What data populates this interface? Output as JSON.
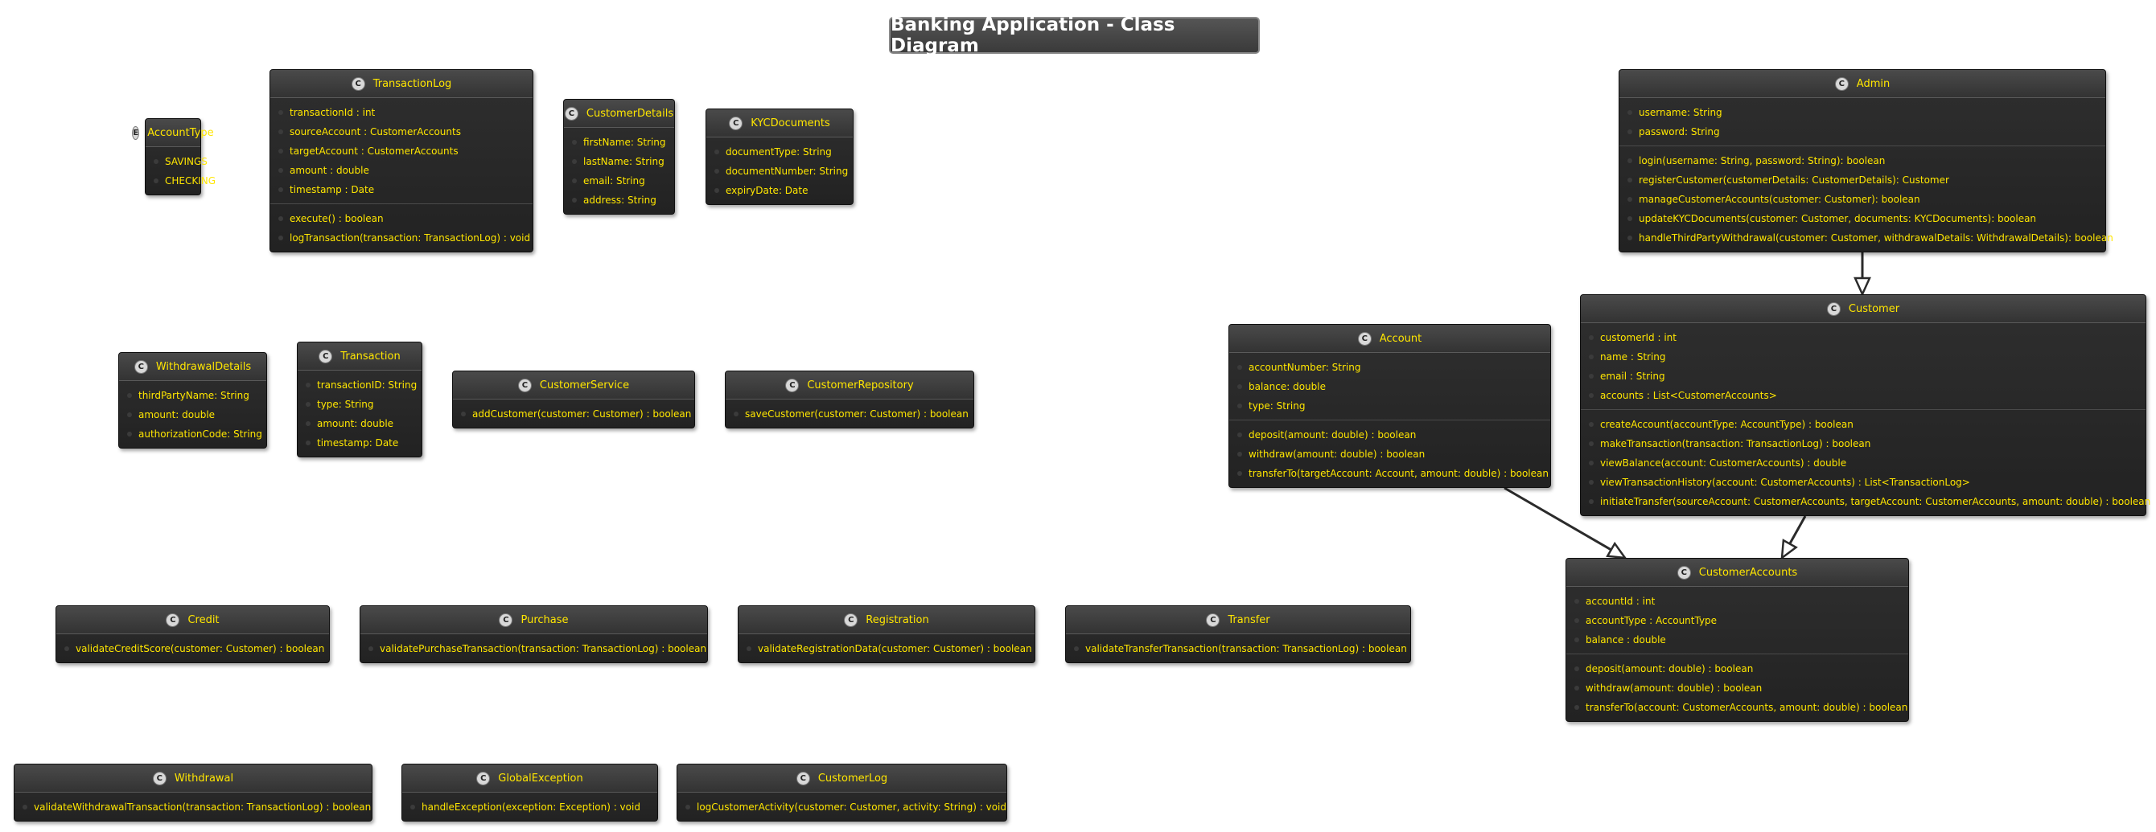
{
  "diagram": {
    "title": "Banking Application - Class Diagram",
    "colors": {
      "box_bg": "#2a2a2a",
      "text": "#ffe600",
      "arrow": "#2b2b2b",
      "badge_bg": "#d8d8d8"
    },
    "classes": {
      "accountType": {
        "kind": "E",
        "name": "AccountType",
        "attributes": [
          "SAVINGS",
          "CHECKING"
        ],
        "methods": []
      },
      "transactionLog": {
        "kind": "C",
        "name": "TransactionLog",
        "attributes": [
          "transactionId : int",
          "sourceAccount : CustomerAccounts",
          "targetAccount : CustomerAccounts",
          "amount : double",
          "timestamp : Date"
        ],
        "methods": [
          "execute() : boolean",
          "logTransaction(transaction: TransactionLog) : void"
        ]
      },
      "customerDetails": {
        "kind": "C",
        "name": "CustomerDetails",
        "attributes": [
          "firstName: String",
          "lastName: String",
          "email: String",
          "address: String"
        ],
        "methods": []
      },
      "kycDocuments": {
        "kind": "C",
        "name": "KYCDocuments",
        "attributes": [
          "documentType: String",
          "documentNumber: String",
          "expiryDate: Date"
        ],
        "methods": []
      },
      "admin": {
        "kind": "C",
        "name": "Admin",
        "attributes": [
          "username: String",
          "password: String"
        ],
        "methods": [
          "login(username: String, password: String): boolean",
          "registerCustomer(customerDetails: CustomerDetails): Customer",
          "manageCustomerAccounts(customer: Customer): boolean",
          "updateKYCDocuments(customer: Customer, documents: KYCDocuments): boolean",
          "handleThirdPartyWithdrawal(customer: Customer, withdrawalDetails: WithdrawalDetails): boolean"
        ]
      },
      "withdrawalDetails": {
        "kind": "C",
        "name": "WithdrawalDetails",
        "attributes": [
          "thirdPartyName: String",
          "amount: double",
          "authorizationCode: String"
        ],
        "methods": []
      },
      "transaction": {
        "kind": "C",
        "name": "Transaction",
        "attributes": [
          "transactionID: String",
          "type: String",
          "amount: double",
          "timestamp: Date"
        ],
        "methods": []
      },
      "customerService": {
        "kind": "C",
        "name": "CustomerService",
        "attributes": [],
        "methods": [
          "addCustomer(customer: Customer) : boolean"
        ]
      },
      "customerRepository": {
        "kind": "C",
        "name": "CustomerRepository",
        "attributes": [],
        "methods": [
          "saveCustomer(customer: Customer) : boolean"
        ]
      },
      "account": {
        "kind": "C",
        "name": "Account",
        "attributes": [
          "accountNumber: String",
          "balance: double",
          "type: String"
        ],
        "methods": [
          "deposit(amount: double) : boolean",
          "withdraw(amount: double) : boolean",
          "transferTo(targetAccount: Account, amount: double) : boolean"
        ]
      },
      "customer": {
        "kind": "C",
        "name": "Customer",
        "attributes": [
          "customerId : int",
          "name : String",
          "email : String",
          "accounts : List<CustomerAccounts>"
        ],
        "methods": [
          "createAccount(accountType: AccountType) : boolean",
          "makeTransaction(transaction: TransactionLog) : boolean",
          "viewBalance(account: CustomerAccounts) : double",
          "viewTransactionHistory(account: CustomerAccounts) : List<TransactionLog>",
          "initiateTransfer(sourceAccount: CustomerAccounts, targetAccount: CustomerAccounts, amount: double) : boolean"
        ]
      },
      "customerAccounts": {
        "kind": "C",
        "name": "CustomerAccounts",
        "attributes": [
          "accountId : int",
          "accountType : AccountType",
          "balance : double"
        ],
        "methods": [
          "deposit(amount: double) : boolean",
          "withdraw(amount: double) : boolean",
          "transferTo(account: CustomerAccounts, amount: double) : boolean"
        ]
      },
      "credit": {
        "kind": "C",
        "name": "Credit",
        "attributes": [],
        "methods": [
          "validateCreditScore(customer: Customer) : boolean"
        ]
      },
      "purchase": {
        "kind": "C",
        "name": "Purchase",
        "attributes": [],
        "methods": [
          "validatePurchaseTransaction(transaction: TransactionLog) : boolean"
        ]
      },
      "registration": {
        "kind": "C",
        "name": "Registration",
        "attributes": [],
        "methods": [
          "validateRegistrationData(customer: Customer) : boolean"
        ]
      },
      "transfer": {
        "kind": "C",
        "name": "Transfer",
        "attributes": [],
        "methods": [
          "validateTransferTransaction(transaction: TransactionLog) : boolean"
        ]
      },
      "withdrawal": {
        "kind": "C",
        "name": "Withdrawal",
        "attributes": [],
        "methods": [
          "validateWithdrawalTransaction(transaction: TransactionLog) : boolean"
        ]
      },
      "globalException": {
        "kind": "C",
        "name": "GlobalException",
        "attributes": [],
        "methods": [
          "handleException(exception: Exception) : void"
        ]
      },
      "customerLog": {
        "kind": "C",
        "name": "CustomerLog",
        "attributes": [],
        "methods": [
          "logCustomerActivity(customer: Customer, activity: String) : void"
        ]
      }
    },
    "relations": [
      {
        "from": "admin",
        "to": "customer",
        "type": "inheritance"
      },
      {
        "from": "account",
        "to": "customerAccounts",
        "type": "inheritance"
      },
      {
        "from": "customer",
        "to": "customerAccounts",
        "type": "inheritance"
      }
    ]
  }
}
